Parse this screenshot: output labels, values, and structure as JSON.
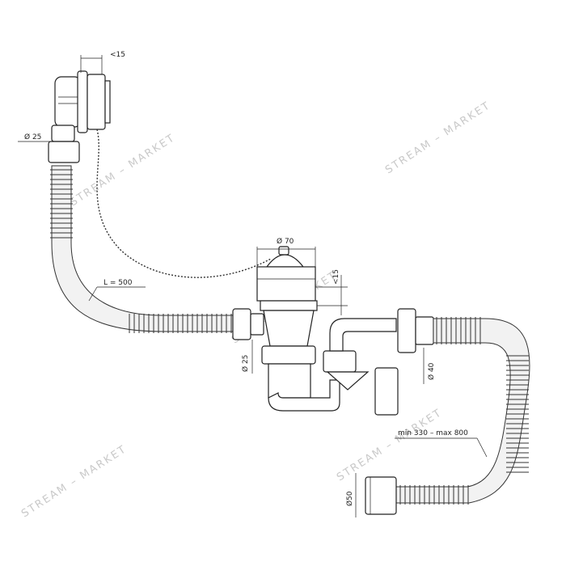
{
  "dimensions": {
    "overflow_gap": "<15",
    "overflow_diameter": "Ø 25",
    "hose_length": "L = 500",
    "plug_diameter": "Ø 70",
    "plug_height": "<15",
    "inlet_diameter": "Ø 25",
    "outlet_diameter": "Ø 40",
    "flex_range": "min 330 – max 800",
    "drain_diameter": "Ø50"
  },
  "watermark": {
    "text": "STREAM – MARKET"
  },
  "colors": {
    "ink": "#222222",
    "watermark": "#c9c9c9"
  }
}
